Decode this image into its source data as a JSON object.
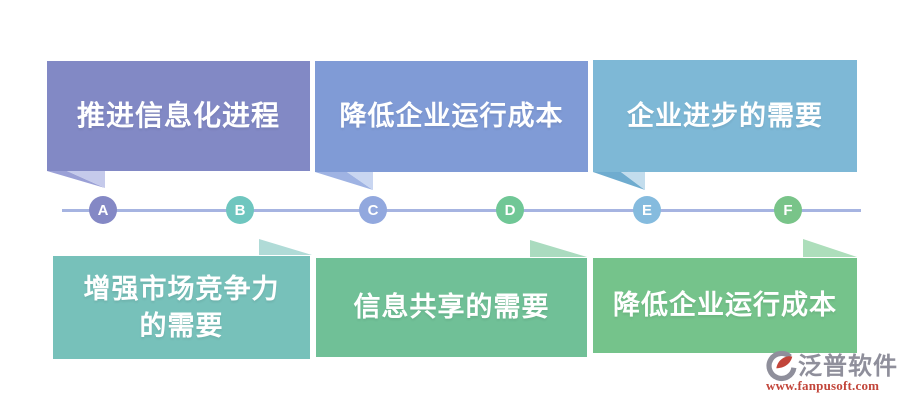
{
  "canvas": {
    "background": "#FFFFFF"
  },
  "timeline": {
    "line_color": "#A6B4E1",
    "nodes": [
      {
        "label": "A",
        "color": "#8488C5"
      },
      {
        "label": "B",
        "color": "#6FC6BF"
      },
      {
        "label": "C",
        "color": "#92A8DE"
      },
      {
        "label": "D",
        "color": "#70C796"
      },
      {
        "label": "E",
        "color": "#85BBDE"
      },
      {
        "label": "F",
        "color": "#79C489"
      }
    ]
  },
  "boxes": {
    "top": [
      {
        "text": "推进信息化进程",
        "color": "#8289C5"
      },
      {
        "text": "降低企业运行成本",
        "color": "#809BD6"
      },
      {
        "text": "企业进步的需要",
        "color": "#7EB8D6"
      }
    ],
    "bottom": [
      {
        "text": "增强市场竞争力\n的需要",
        "color": "#77C1BA"
      },
      {
        "text": "信息共享的需要",
        "color": "#70C097"
      },
      {
        "text": "降低企业运行成本",
        "color": "#75C38B"
      }
    ]
  },
  "watermark": {
    "icon": "fanpu-circle-logo-icon",
    "brand": "泛普软件",
    "brand_color": "#8F8F9B",
    "url": "www.fanpusoft.com",
    "url_color": "#C2453A"
  }
}
